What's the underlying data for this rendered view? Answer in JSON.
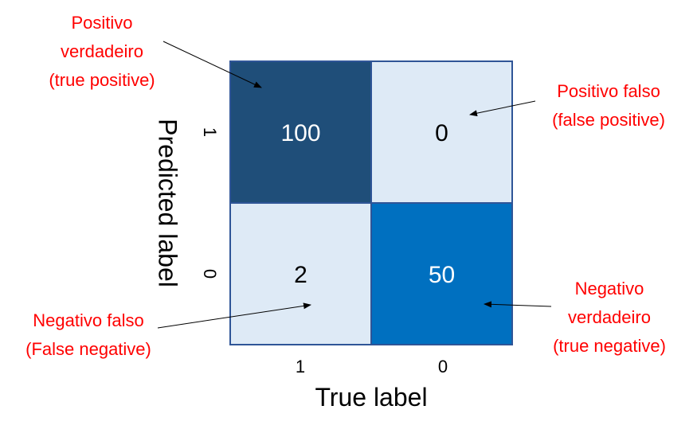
{
  "chart_data": {
    "type": "heatmap",
    "title": "",
    "xlabel": "True label",
    "ylabel": "Predicted label",
    "x_categories": [
      "1",
      "0"
    ],
    "y_categories": [
      "1",
      "0"
    ],
    "values": [
      [
        100,
        0
      ],
      [
        2,
        50
      ]
    ],
    "cell_colors": [
      [
        "#1f4e79",
        "#deeaf6"
      ],
      [
        "#deeaf6",
        "#0070c0"
      ]
    ],
    "value_text_colors": [
      [
        "#ffffff",
        "#000000"
      ],
      [
        "#000000",
        "#ffffff"
      ]
    ],
    "annotations": [
      {
        "lines": [
          "Positivo",
          "verdadeiro",
          "(true positive)"
        ],
        "row": 0,
        "col": 0
      },
      {
        "lines": [
          "Positivo falso",
          "(false positive)"
        ],
        "row": 0,
        "col": 1
      },
      {
        "lines": [
          "Negativo falso",
          "(False negative)"
        ],
        "row": 1,
        "col": 0
      },
      {
        "lines": [
          "Negativo",
          "verdadeiro",
          "(true negative)"
        ],
        "row": 1,
        "col": 1
      }
    ]
  },
  "colors": {
    "annotation_text": "#ff0000",
    "cell_border": "#2f5597",
    "axis_text": "#000000"
  }
}
